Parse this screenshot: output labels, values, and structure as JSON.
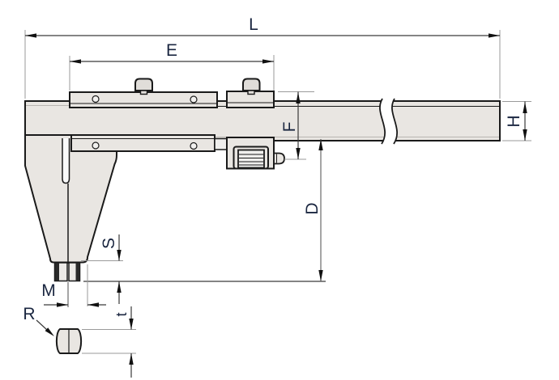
{
  "diagram": {
    "dimension_labels": {
      "overall_length": "L",
      "upper_reference": "E",
      "slider_depth": "F",
      "beam_height": "H",
      "jaw_depth": "D",
      "nib_length": "S",
      "tip_width": "M",
      "tip_thickness": "t",
      "tip_radius": "R"
    },
    "colors": {
      "outline": "#1a1a1a",
      "metal_fill": "#e9e6e2",
      "label_text": "#1a2640",
      "dimension_line": "#3a3a3a",
      "extension_line": "#9a9a9a",
      "background": "#ffffff"
    }
  }
}
